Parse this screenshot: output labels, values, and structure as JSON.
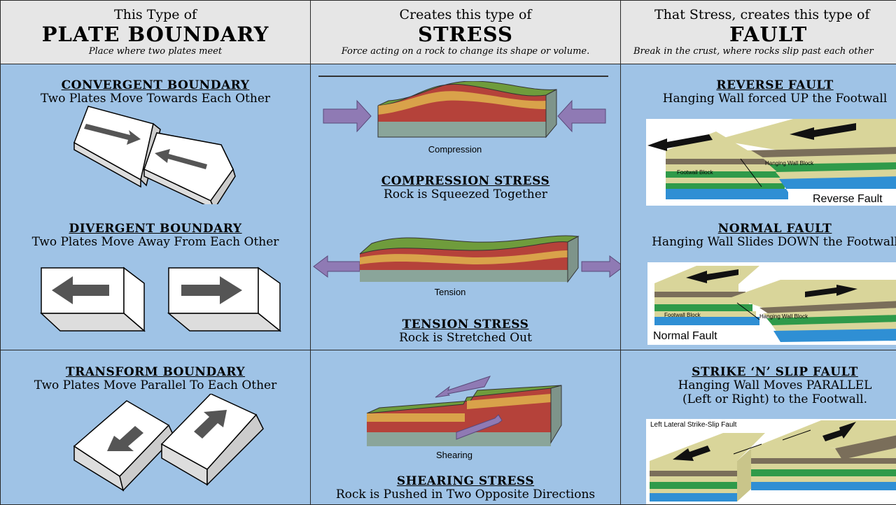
{
  "headers": [
    {
      "small": "This Type of",
      "big": "PLATE BOUNDARY",
      "def": "Place where two plates meet"
    },
    {
      "small": "Creates this type of",
      "big": "STRESS",
      "def": "Force acting on a rock to change its shape or volume."
    },
    {
      "small": "That Stress, creates this type of",
      "big": "FAULT",
      "def": "Break in the crust, where rocks slip past each other"
    }
  ],
  "boundaries": {
    "convergent": {
      "title": "CONVERGENT BOUNDARY",
      "desc": "Two Plates Move Towards Each Other"
    },
    "divergent": {
      "title": "DIVERGENT BOUNDARY",
      "desc": "Two Plates Move Away From Each Other"
    },
    "transform": {
      "title": "TRANSFORM BOUNDARY",
      "desc": "Two Plates Move Parallel To Each Other"
    }
  },
  "stresses": {
    "compression": {
      "label": "Compression",
      "title": "COMPRESSION STRESS",
      "desc": "Rock is Squeezed Together"
    },
    "tension": {
      "label": "Tension",
      "title": "TENSION STRESS",
      "desc": "Rock is Stretched Out"
    },
    "shearing": {
      "label": "Shearing",
      "title": "SHEARING STRESS",
      "desc": "Rock is Pushed in Two Opposite Directions"
    }
  },
  "faults": {
    "reverse": {
      "title": "REVERSE FAULT",
      "desc": "Hanging Wall forced UP the Footwall",
      "img_label": "Reverse Fault",
      "hanging": "Hanging Wall Block",
      "footwall": "Footwall Block"
    },
    "normal": {
      "title": "NORMAL FAULT",
      "desc": "Hanging Wall Slides DOWN the Footwall",
      "img_label": "Normal Fault",
      "hanging": "Hanging Wall Block",
      "footwall": "Footwall Block"
    },
    "strike": {
      "title": "STRIKE ‘N’ SLIP FAULT",
      "desc1": "Hanging Wall Moves PARALLEL",
      "desc2": "(Left or Right) to the Footwall.",
      "img_label": "Left Lateral Strike-Slip Fault"
    }
  },
  "colors": {
    "header_bg": "#e6e6e6",
    "cell_bg": "#9fc3e6",
    "arrow_purple": "#8f7ab4",
    "grass": "#6f9c3c",
    "rock_red": "#b5423a",
    "rock_orange": "#d9a24a",
    "layer_blue": "#2f8fd4",
    "layer_green": "#2f9a4a",
    "layer_tan": "#d9d59a"
  }
}
